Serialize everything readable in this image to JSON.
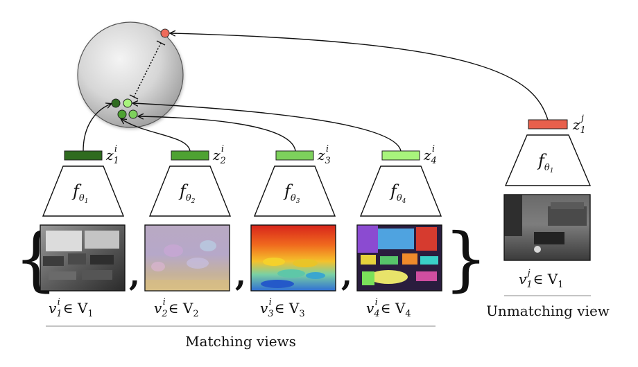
{
  "encoder_label": "fθ",
  "views": [
    {
      "code": "z1i",
      "code_main": "z",
      "code_sub": "1",
      "code_sup": "i",
      "enc_sub": "1",
      "view_main": "v",
      "view_sub": "1",
      "view_sup": "i",
      "view_set": "∈ V",
      "set_sub": "1",
      "bar_color": "#2f6b1f",
      "image": "grayscale classroom"
    },
    {
      "code": "z2i",
      "code_main": "z",
      "code_sub": "2",
      "code_sup": "i",
      "enc_sub": "2",
      "view_main": "v",
      "view_sub": "2",
      "view_sup": "i",
      "view_set": "∈ V",
      "set_sub": "2",
      "bar_color": "#4ea232",
      "image": "surface normals"
    },
    {
      "code": "z3i",
      "code_main": "z",
      "code_sub": "3",
      "code_sup": "i",
      "enc_sub": "3",
      "view_main": "v",
      "view_sub": "3",
      "view_sup": "i",
      "view_set": "∈ V",
      "set_sub": "3",
      "bar_color": "#7dd15c",
      "image": "depth map"
    },
    {
      "code": "z4i",
      "code_main": "z",
      "code_sub": "4",
      "code_sup": "i",
      "enc_sub": "4",
      "view_main": "v",
      "view_sub": "4",
      "view_sup": "i",
      "view_set": "∈ V",
      "set_sub": "4",
      "bar_color": "#a8f47c",
      "image": "semantic segmentation"
    }
  ],
  "unmatched": {
    "code_main": "z",
    "code_sub": "1",
    "code_sup": "j",
    "enc_sub": "1",
    "view_main": "v",
    "view_sub": "1",
    "view_sup": "j",
    "view_set": "∈ V",
    "set_sub": "1",
    "bar_color": "#e8604c",
    "image": "grayscale living room"
  },
  "sphere_points": {
    "positive_colors": [
      "#2f6b1f",
      "#a8f47c",
      "#4ea232",
      "#7dd15c"
    ],
    "negative_color": "#ef6b5b"
  },
  "captions": {
    "matching": "Matching views",
    "unmatching": "Unmatching view"
  }
}
